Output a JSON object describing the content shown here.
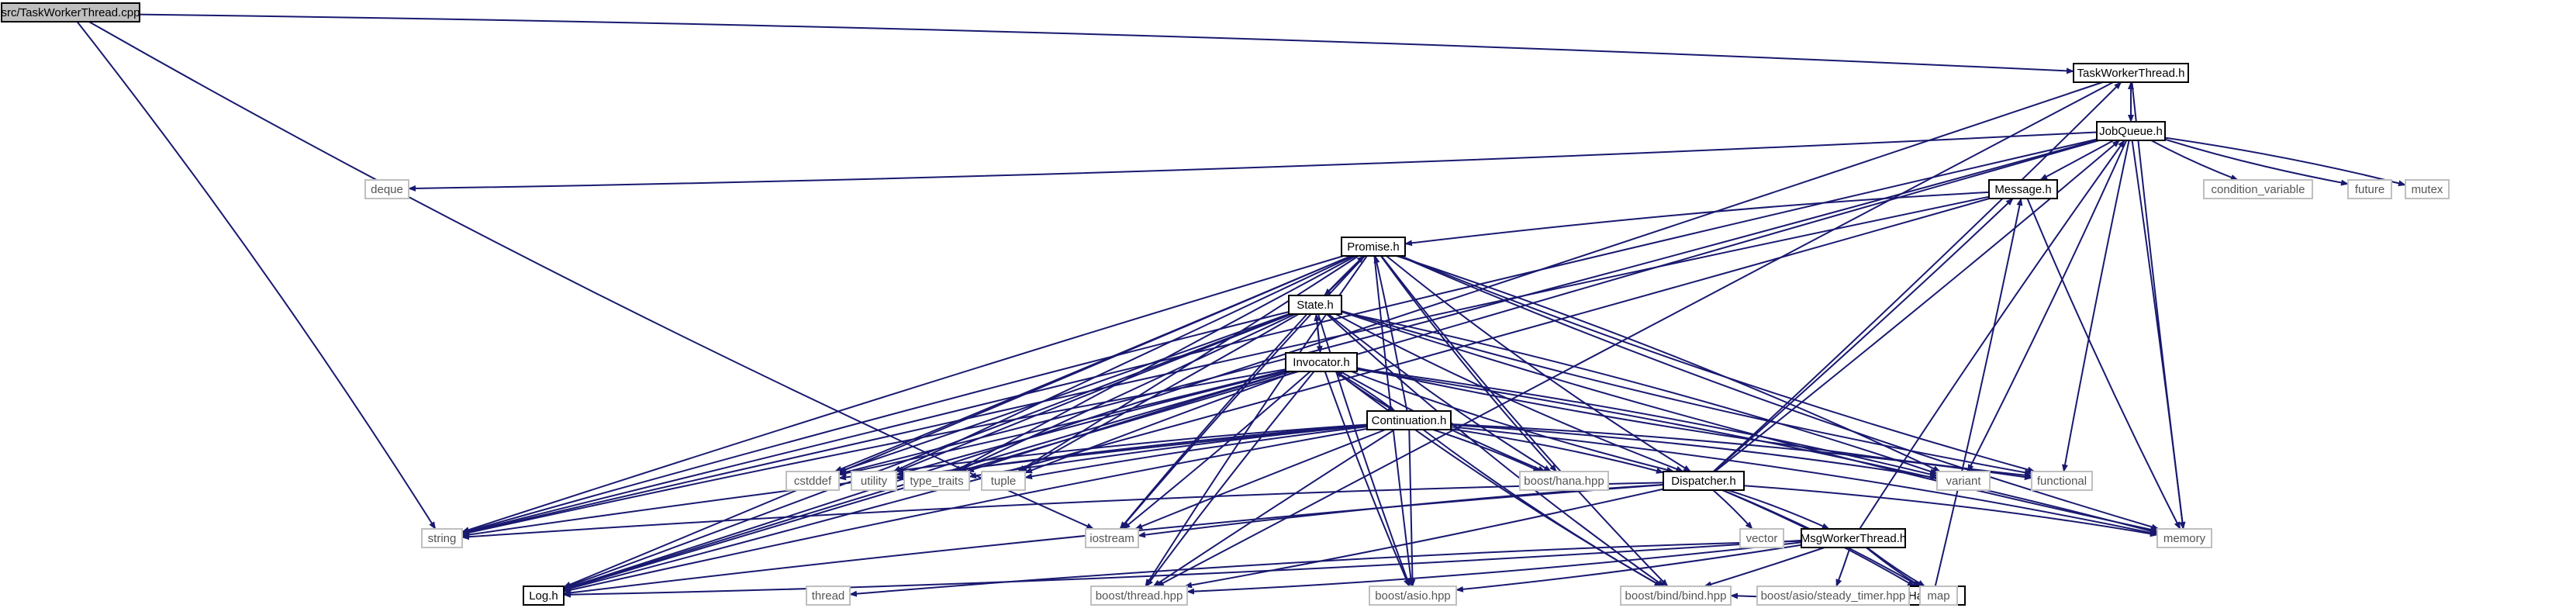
{
  "diagram": {
    "colors": {
      "edge": "#191970",
      "root_fill": "#bfbfbf",
      "node_fill": "#ffffff",
      "node_stroke": "#000000",
      "external_stroke": "#bfbfbf",
      "external_text": "#555555"
    },
    "nodes": [
      {
        "id": "src",
        "label": "src/TaskWorkerThread.cpp",
        "kind": "root"
      },
      {
        "id": "twt",
        "label": "TaskWorkerThread.h",
        "kind": "file"
      },
      {
        "id": "jobqueue",
        "label": "JobQueue.h",
        "kind": "file"
      },
      {
        "id": "message",
        "label": "Message.h",
        "kind": "file"
      },
      {
        "id": "promise",
        "label": "Promise.h",
        "kind": "file"
      },
      {
        "id": "state",
        "label": "State.h",
        "kind": "file"
      },
      {
        "id": "invocator",
        "label": "Invocator.h",
        "kind": "file"
      },
      {
        "id": "continuation",
        "label": "Continuation.h",
        "kind": "file"
      },
      {
        "id": "dispatcher",
        "label": "Dispatcher.h",
        "kind": "file"
      },
      {
        "id": "msgworker",
        "label": "MsgWorkerThread.h",
        "kind": "file"
      },
      {
        "id": "handler",
        "label": "Handler.h",
        "kind": "file"
      },
      {
        "id": "log",
        "label": "Log.h",
        "kind": "file"
      },
      {
        "id": "deque",
        "label": "deque",
        "kind": "external"
      },
      {
        "id": "condvar",
        "label": "condition_variable",
        "kind": "external"
      },
      {
        "id": "future",
        "label": "future",
        "kind": "external"
      },
      {
        "id": "mutex",
        "label": "mutex",
        "kind": "external"
      },
      {
        "id": "cstddef",
        "label": "cstddef",
        "kind": "external"
      },
      {
        "id": "utility",
        "label": "utility",
        "kind": "external"
      },
      {
        "id": "typetraits",
        "label": "type_traits",
        "kind": "external"
      },
      {
        "id": "tuple",
        "label": "tuple",
        "kind": "external"
      },
      {
        "id": "hana",
        "label": "boost/hana.hpp",
        "kind": "external"
      },
      {
        "id": "variant",
        "label": "variant",
        "kind": "external"
      },
      {
        "id": "functional",
        "label": "functional",
        "kind": "external"
      },
      {
        "id": "string",
        "label": "string",
        "kind": "external"
      },
      {
        "id": "iostream",
        "label": "iostream",
        "kind": "external"
      },
      {
        "id": "vector",
        "label": "vector",
        "kind": "external"
      },
      {
        "id": "memory",
        "label": "memory",
        "kind": "external"
      },
      {
        "id": "thread",
        "label": "thread",
        "kind": "external"
      },
      {
        "id": "boostthread",
        "label": "boost/thread.hpp",
        "kind": "external"
      },
      {
        "id": "boostasio",
        "label": "boost/asio.hpp",
        "kind": "external"
      },
      {
        "id": "boostbind",
        "label": "boost/bind/bind.hpp",
        "kind": "external"
      },
      {
        "id": "steadytimer",
        "label": "boost/asio/steady_timer.hpp",
        "kind": "external"
      },
      {
        "id": "map",
        "label": "map",
        "kind": "external"
      }
    ],
    "edges": [
      [
        "src",
        "twt"
      ],
      [
        "src",
        "string"
      ],
      [
        "src",
        "iostream"
      ],
      [
        "twt",
        "jobqueue"
      ],
      [
        "twt",
        "log"
      ],
      [
        "twt",
        "boostthread"
      ],
      [
        "twt",
        "memory"
      ],
      [
        "jobqueue",
        "twt"
      ],
      [
        "jobqueue",
        "message"
      ],
      [
        "jobqueue",
        "deque"
      ],
      [
        "jobqueue",
        "condvar"
      ],
      [
        "jobqueue",
        "future"
      ],
      [
        "jobqueue",
        "mutex"
      ],
      [
        "jobqueue",
        "functional"
      ],
      [
        "jobqueue",
        "memory"
      ],
      [
        "jobqueue",
        "string"
      ],
      [
        "jobqueue",
        "log"
      ],
      [
        "jobqueue",
        "cstddef"
      ],
      [
        "jobqueue",
        "variant"
      ],
      [
        "message",
        "promise"
      ],
      [
        "message",
        "memory"
      ],
      [
        "message",
        "log"
      ],
      [
        "message",
        "string"
      ],
      [
        "promise",
        "state"
      ],
      [
        "promise",
        "dispatcher"
      ],
      [
        "promise",
        "functional"
      ],
      [
        "promise",
        "memory"
      ],
      [
        "promise",
        "cstddef"
      ],
      [
        "promise",
        "utility"
      ],
      [
        "promise",
        "typetraits"
      ],
      [
        "promise",
        "tuple"
      ],
      [
        "promise",
        "hana"
      ],
      [
        "promise",
        "variant"
      ],
      [
        "promise",
        "string"
      ],
      [
        "promise",
        "iostream"
      ],
      [
        "promise",
        "log"
      ],
      [
        "promise",
        "boostthread"
      ],
      [
        "promise",
        "boostasio"
      ],
      [
        "promise",
        "boostbind"
      ],
      [
        "state",
        "invocator"
      ],
      [
        "state",
        "promise"
      ],
      [
        "state",
        "dispatcher"
      ],
      [
        "state",
        "cstddef"
      ],
      [
        "state",
        "utility"
      ],
      [
        "state",
        "typetraits"
      ],
      [
        "state",
        "tuple"
      ],
      [
        "state",
        "hana"
      ],
      [
        "state",
        "variant"
      ],
      [
        "state",
        "functional"
      ],
      [
        "state",
        "string"
      ],
      [
        "state",
        "iostream"
      ],
      [
        "state",
        "memory"
      ],
      [
        "state",
        "log"
      ],
      [
        "state",
        "boostasio"
      ],
      [
        "state",
        "boostbind"
      ],
      [
        "invocator",
        "continuation"
      ],
      [
        "invocator",
        "state"
      ],
      [
        "invocator",
        "dispatcher"
      ],
      [
        "invocator",
        "cstddef"
      ],
      [
        "invocator",
        "utility"
      ],
      [
        "invocator",
        "typetraits"
      ],
      [
        "invocator",
        "tuple"
      ],
      [
        "invocator",
        "hana"
      ],
      [
        "invocator",
        "variant"
      ],
      [
        "invocator",
        "functional"
      ],
      [
        "invocator",
        "string"
      ],
      [
        "invocator",
        "iostream"
      ],
      [
        "invocator",
        "memory"
      ],
      [
        "invocator",
        "log"
      ],
      [
        "invocator",
        "boostthread"
      ],
      [
        "invocator",
        "boostasio"
      ],
      [
        "invocator",
        "boostbind"
      ],
      [
        "continuation",
        "invocator"
      ],
      [
        "continuation",
        "promise"
      ],
      [
        "continuation",
        "dispatcher"
      ],
      [
        "continuation",
        "cstddef"
      ],
      [
        "continuation",
        "utility"
      ],
      [
        "continuation",
        "typetraits"
      ],
      [
        "continuation",
        "tuple"
      ],
      [
        "continuation",
        "hana"
      ],
      [
        "continuation",
        "variant"
      ],
      [
        "continuation",
        "functional"
      ],
      [
        "continuation",
        "string"
      ],
      [
        "continuation",
        "iostream"
      ],
      [
        "continuation",
        "memory"
      ],
      [
        "continuation",
        "log"
      ],
      [
        "continuation",
        "boostthread"
      ],
      [
        "continuation",
        "boostasio"
      ],
      [
        "continuation",
        "boostbind"
      ],
      [
        "dispatcher",
        "msgworker"
      ],
      [
        "dispatcher",
        "handler"
      ],
      [
        "dispatcher",
        "jobqueue"
      ],
      [
        "dispatcher",
        "message"
      ],
      [
        "dispatcher",
        "twt"
      ],
      [
        "dispatcher",
        "string"
      ],
      [
        "dispatcher",
        "iostream"
      ],
      [
        "dispatcher",
        "vector"
      ],
      [
        "dispatcher",
        "map"
      ],
      [
        "dispatcher",
        "memory"
      ],
      [
        "dispatcher",
        "log"
      ],
      [
        "dispatcher",
        "boostthread"
      ],
      [
        "msgworker",
        "jobqueue"
      ],
      [
        "msgworker",
        "handler"
      ],
      [
        "msgworker",
        "log"
      ],
      [
        "msgworker",
        "thread"
      ],
      [
        "msgworker",
        "boostthread"
      ],
      [
        "msgworker",
        "boostasio"
      ],
      [
        "msgworker",
        "boostbind"
      ],
      [
        "msgworker",
        "steadytimer"
      ],
      [
        "msgworker",
        "map"
      ],
      [
        "handler",
        "message"
      ],
      [
        "handler",
        "boostbind"
      ]
    ]
  }
}
